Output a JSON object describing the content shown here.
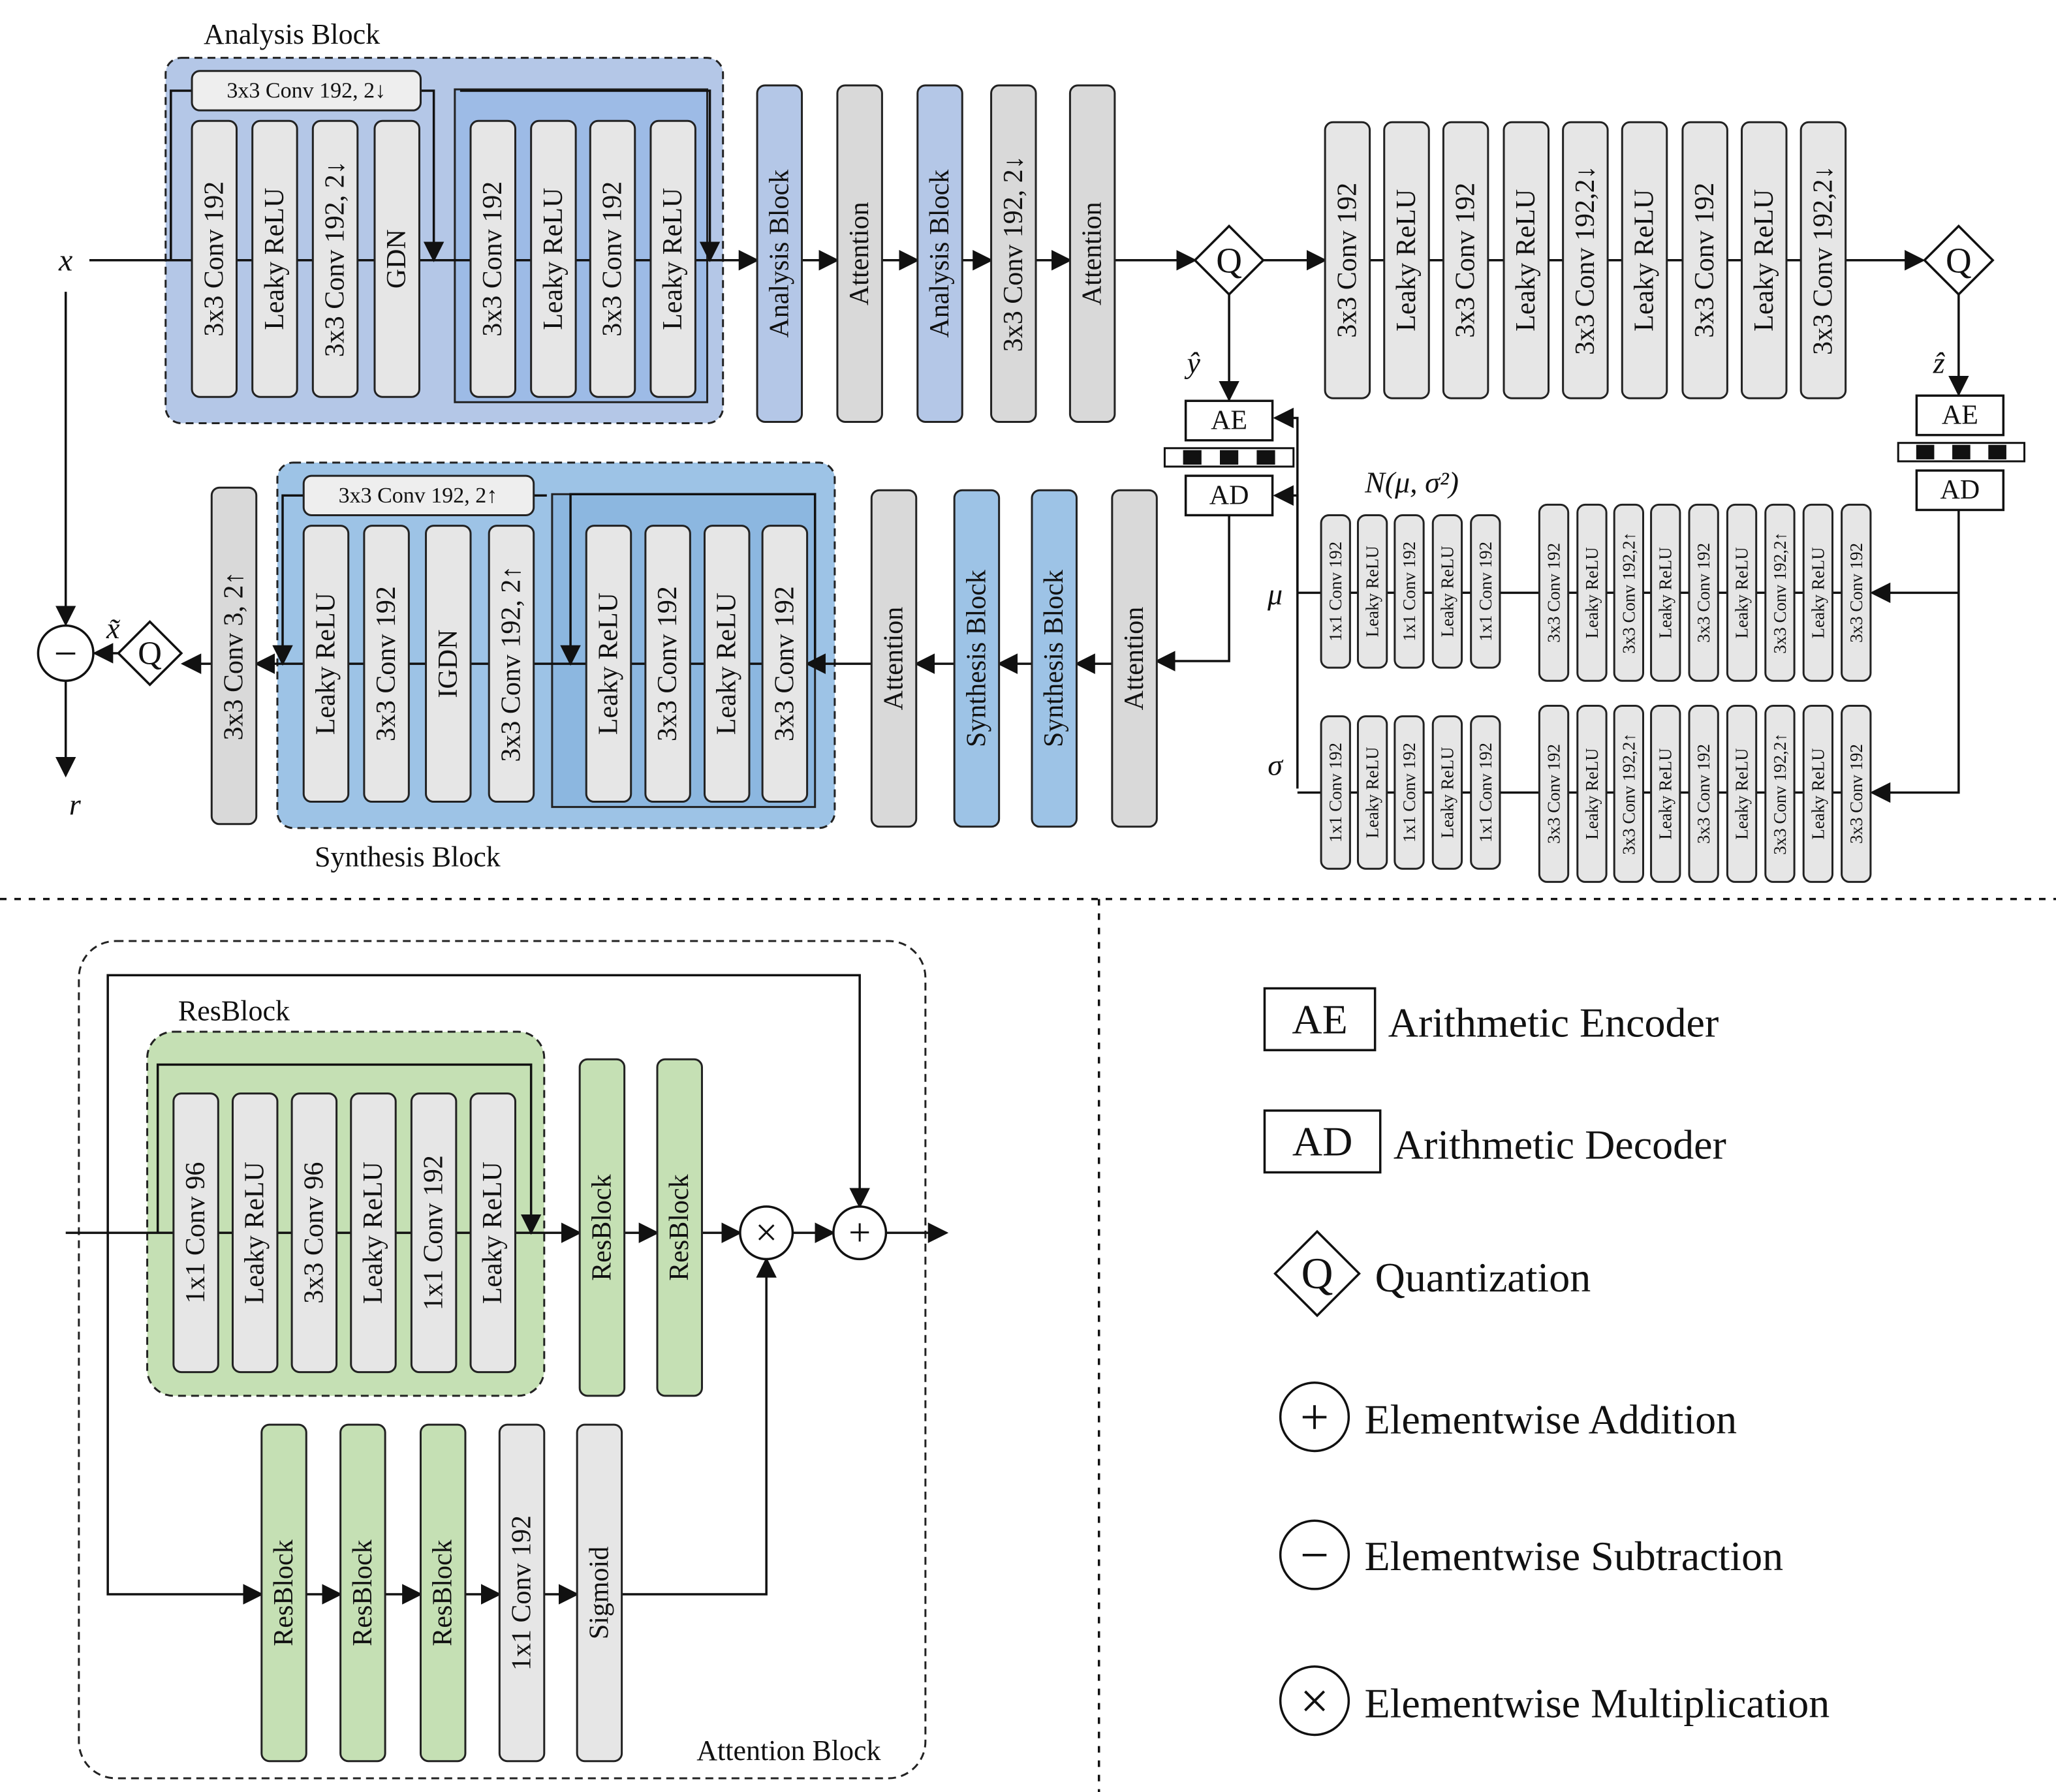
{
  "inputs": {
    "x": "x",
    "r": "r",
    "x_tilde": "x̃",
    "y_hat": "ŷ",
    "z_hat": "ẑ",
    "mu": "μ",
    "sigma": "σ",
    "dist": "N(μ, σ²)"
  },
  "analysis": {
    "title": "Analysis Block",
    "shortcut": "3x3 Conv 192, 2↓",
    "blocks": [
      "3x3 Conv 192",
      "Leaky ReLU",
      "3x3 Conv 192, 2↓",
      "GDN",
      "3x3 Conv 192",
      "Leaky ReLU",
      "3x3 Conv 192",
      "Leaky ReLU"
    ]
  },
  "encoder_chain": [
    "Analysis Block",
    "Attention",
    "Analysis Block",
    "3x3 Conv 192, 2↓",
    "Attention"
  ],
  "hyper_encoder": [
    "3x3 Conv 192",
    "Leaky ReLU",
    "3x3 Conv 192",
    "Leaky ReLU",
    "3x3 Conv 192,2↓",
    "Leaky ReLU",
    "3x3 Conv 192",
    "Leaky ReLU",
    "3x3 Conv 192,2↓"
  ],
  "q_label": "Q",
  "ae_label": "AE",
  "ad_label": "AD",
  "minus_sym": "−",
  "plus_sym": "+",
  "times_sym": "×",
  "synthesis": {
    "title": "Synthesis Block",
    "shortcut": "3x3 Conv 192, 2↑",
    "blocks": [
      "Leaky ReLU",
      "3x3 Conv 192",
      "IGDN",
      "3x3 Conv 192, 2↑",
      "Leaky ReLU",
      "3x3 Conv 192",
      "Leaky ReLU",
      "3x3 Conv 192"
    ]
  },
  "decoder_chain": [
    "Attention",
    "Synthesis Block",
    "Synthesis Block",
    "Attention"
  ],
  "final_conv": "3x3 Conv 3, 2↑",
  "param_left": [
    "1x1 Conv 192",
    "Leaky ReLU",
    "1x1 Conv 192",
    "Leaky ReLU",
    "1x1 Conv 192"
  ],
  "param_right": [
    "3x3 Conv 192",
    "Leaky ReLU",
    "3x3 Conv 192,2↑",
    "Leaky ReLU",
    "3x3 Conv 192",
    "Leaky ReLU",
    "3x3 Conv 192,2↑",
    "Leaky ReLU",
    "3x3 Conv 192"
  ],
  "attention": {
    "title": "Attention Block",
    "resblock_title": "ResBlock",
    "res_inner": [
      "1x1 Conv 96",
      "Leaky ReLU",
      "3x3 Conv 96",
      "Leaky ReLU",
      "1x1 Conv 192",
      "Leaky ReLU"
    ],
    "top_chain": [
      "ResBlock",
      "ResBlock"
    ],
    "bottom_chain": [
      "ResBlock",
      "ResBlock",
      "ResBlock",
      "1x1 Conv 192",
      "Sigmoid"
    ]
  },
  "legend": [
    {
      "sym": "AE",
      "label": "Arithmetic Encoder"
    },
    {
      "sym": "AD",
      "label": "Arithmetic Decoder"
    },
    {
      "sym": "Q",
      "label": "Quantization"
    },
    {
      "sym": "+",
      "label": "Elementwise Addition"
    },
    {
      "sym": "−",
      "label": "Elementwise Subtraction"
    },
    {
      "sym": "×",
      "label": "Elementwise Multiplication"
    }
  ],
  "colors": {
    "gray": "#e6e6e6",
    "gray_dark": "#d4d4d4",
    "blue_panel": "#b4c7e7",
    "blue_block": "#9dc3e6",
    "blue_analysis": "#b4c7e7",
    "green": "#c5e0b4",
    "stroke": "#222222"
  }
}
